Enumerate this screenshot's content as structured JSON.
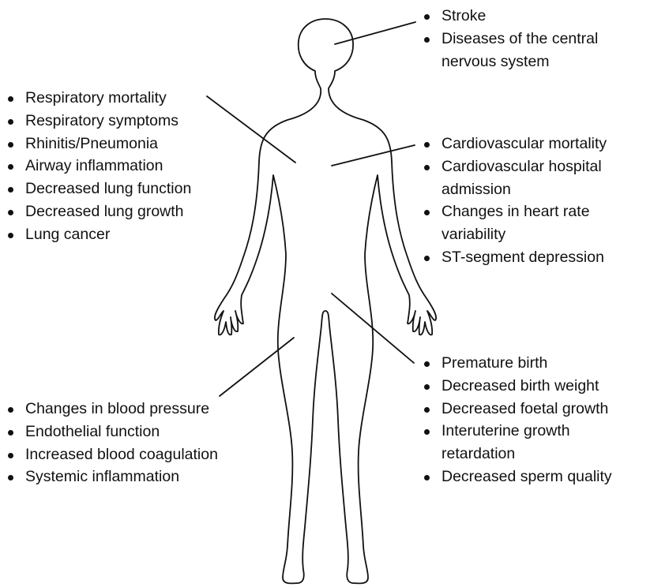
{
  "head": {
    "items": [
      "Stroke",
      "Diseases of the central\nnervous system"
    ]
  },
  "lungs": {
    "items": [
      "Respiratory mortality",
      "Respiratory symptoms",
      "Rhinitis/Pneumonia",
      "Airway inflammation",
      "Decreased lung function",
      "Decreased lung growth",
      "Lung cancer"
    ]
  },
  "heart": {
    "items": [
      "Cardiovascular mortality",
      "Cardiovascular hospital\nadmission",
      "Changes in heart rate\nvariability",
      "ST-segment depression"
    ]
  },
  "reproductive": {
    "items": [
      "Premature birth",
      "Decreased birth weight",
      "Decreased foetal growth",
      "Interuterine growth\nretardation",
      "Decreased sperm quality"
    ]
  },
  "blood": {
    "items": [
      "Changes in blood pressure",
      "Endothelial function",
      "Increased blood coagulation",
      "Systemic inflammation"
    ]
  },
  "colors": {
    "line": "#111111",
    "background": "#ffffff"
  },
  "icons": [
    "human-body-outline-icon"
  ]
}
